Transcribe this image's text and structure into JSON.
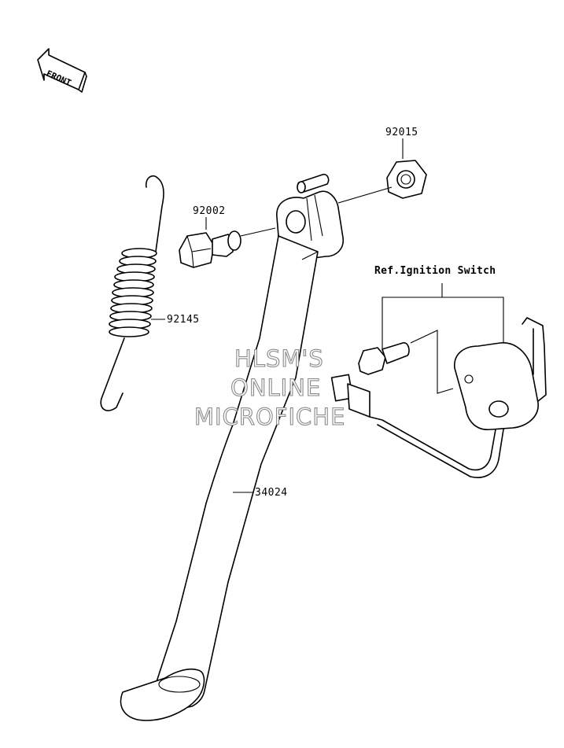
{
  "front_arrow": {
    "label": "FRONT"
  },
  "parts": {
    "nut": {
      "number": "92015"
    },
    "bolt": {
      "number": "92002"
    },
    "spring": {
      "number": "92145"
    },
    "stand": {
      "number": "34024"
    }
  },
  "reference": {
    "label": "Ref.Ignition Switch"
  },
  "watermark": {
    "lines": [
      "HLSM'S",
      "ONLINE",
      "MICROFICHE"
    ]
  }
}
